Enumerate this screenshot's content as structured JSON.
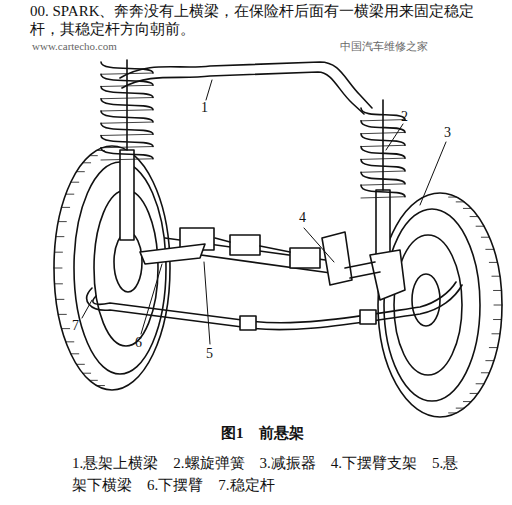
{
  "diagram": {
    "caption": "图1　前悬架",
    "labels": [
      "00. SPARK、奔奔没有上横梁，在保险杆后面有一横梁用来固定稳定杆，其稳定杆方向朝前。",
      "中国汽车维修之家",
      "www.cartecho.com",
      "1",
      "2",
      "3",
      "4",
      "5",
      "6",
      "7",
      "1.悬架上横梁　2.螺旋弹簧　3.减振器　4.下摆臂支架　5.悬架下横梁　6.下摆臂　7.稳定杆"
    ]
  }
}
